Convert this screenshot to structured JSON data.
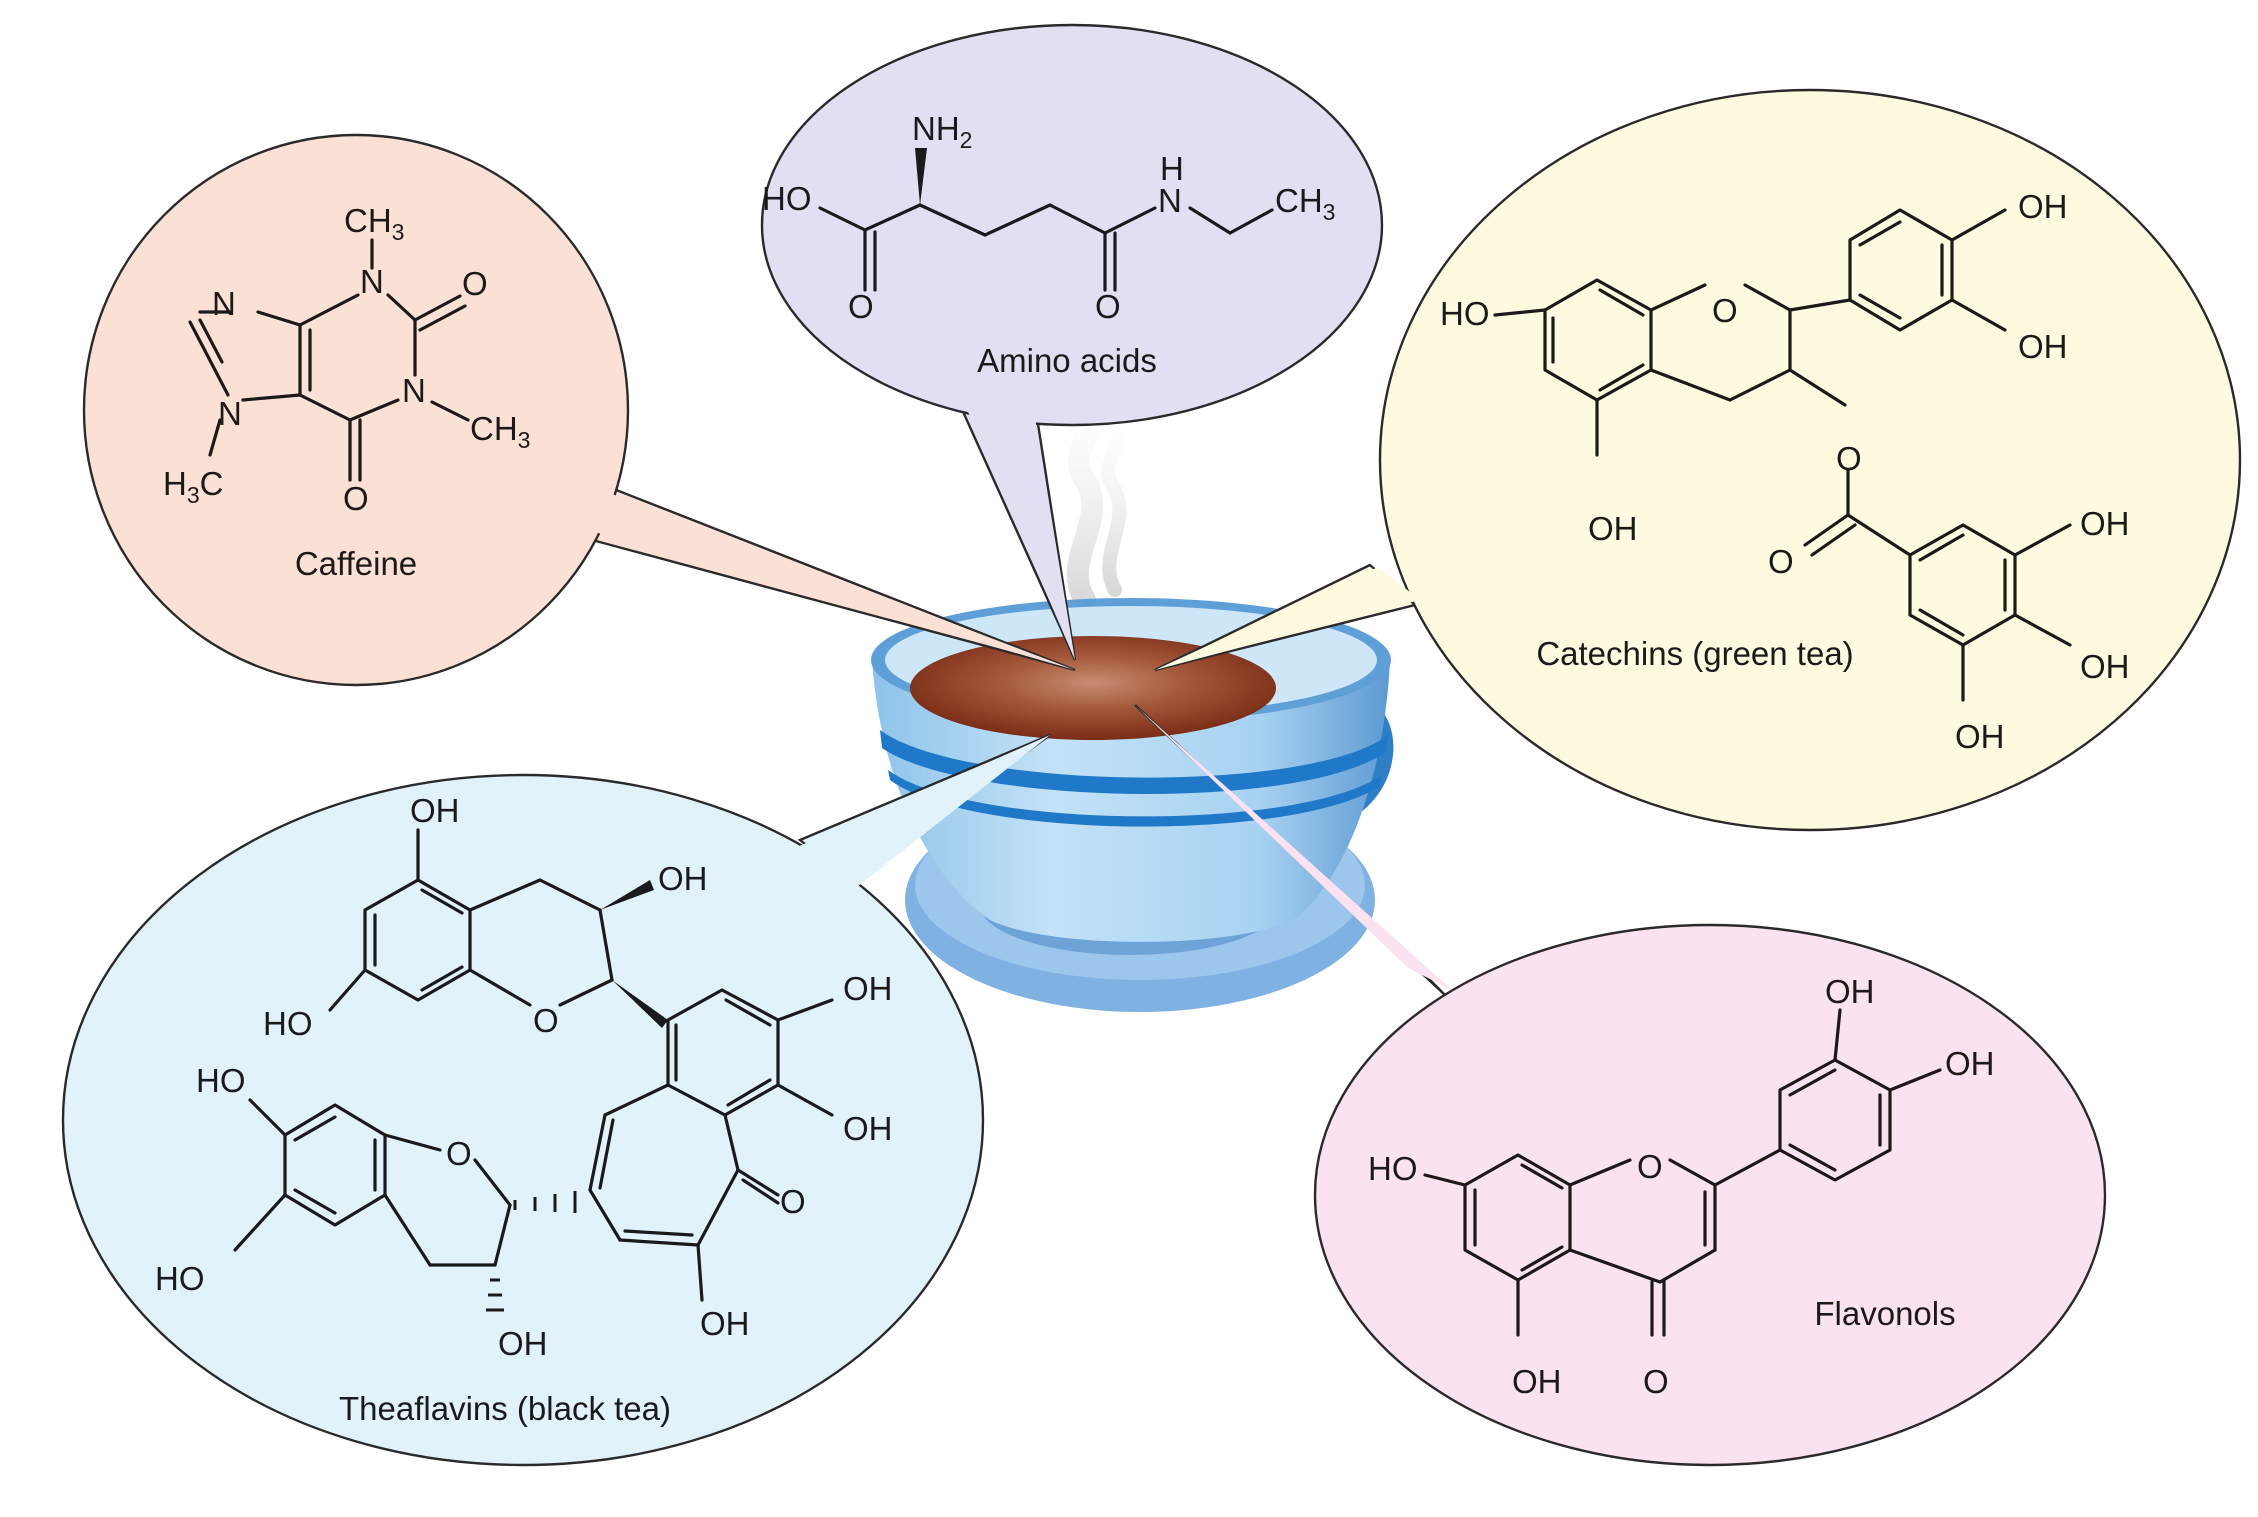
{
  "bubbles": {
    "caffeine": {
      "caption": "Caffeine",
      "color": "#fbe0d6",
      "atoms": {
        "ch3_top": "CH",
        "ch3_top_sub": "3",
        "n": "N",
        "o": "O",
        "ch3_right": "CH",
        "ch3_right_sub": "3",
        "h3c_h": "H",
        "h3c_sub": "3",
        "h3c_c": "C"
      }
    },
    "amino_acids": {
      "caption": "Amino acids",
      "color": "#e3dff3",
      "atoms": {
        "nh2": "NH",
        "nh2_sub": "2",
        "ho": "HO",
        "o": "O",
        "h": "H",
        "n": "N",
        "ch3": "CH",
        "ch3_sub": "3"
      }
    },
    "catechins": {
      "caption": "Catechins (green tea)",
      "color": "#fdfae0",
      "atoms": {
        "oh": "OH",
        "ho": "HO",
        "o": "O"
      }
    },
    "theaflavins": {
      "caption": "Theaflavins (black tea)",
      "color": "#e2f2fb",
      "atoms": {
        "oh": "OH",
        "ho": "HO",
        "o": "O"
      }
    },
    "flavonols": {
      "caption": "Flavonols",
      "color": "#fbe2f1",
      "atoms": {
        "oh": "OH",
        "ho": "HO",
        "o": "O"
      }
    }
  },
  "cup": {
    "body_color": "#a9d4f0",
    "stripe_color": "#1f78c8",
    "saucer_color": "#7fb1e2",
    "tea_color": "#8a3a22"
  }
}
